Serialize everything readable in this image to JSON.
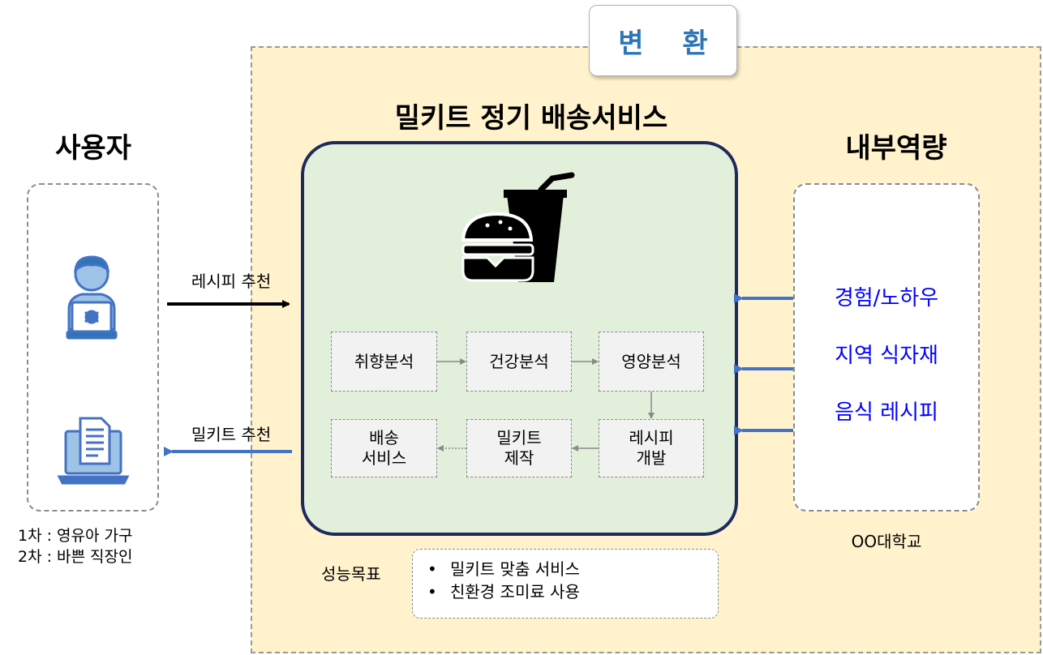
{
  "transform_label": "변 환",
  "service": {
    "title": "밀키트 정기 배송서비스",
    "icon": "fast-food-icon",
    "steps": [
      {
        "id": "taste",
        "label": "취향분석"
      },
      {
        "id": "health",
        "label": "건강분석"
      },
      {
        "id": "nutrition",
        "label": "영양분석"
      },
      {
        "id": "recipe",
        "label": "레시피\n개발"
      },
      {
        "id": "make",
        "label": "밀키트\n제작"
      },
      {
        "id": "delivery",
        "label": "배송\n서비스"
      }
    ]
  },
  "user": {
    "title": "사용자",
    "icons": [
      "user-laptop-icon",
      "document-laptop-icon"
    ],
    "targets": [
      "1차 : 영유아 가구",
      "2차 : 바쁜 직장인"
    ]
  },
  "flows": {
    "recipe_recommend": "레시피 추천",
    "mealkit_recommend": "밀키트 추천"
  },
  "internal": {
    "title": "내부역량",
    "resources": [
      "경험/노하우",
      "지역 식자재",
      "음식 레시피"
    ],
    "owner": "OO대학교"
  },
  "goals": {
    "label": "성능목표",
    "items": [
      "밀키트 맞춤 서비스",
      "친환경 조미료 사용"
    ]
  },
  "colors": {
    "region_fill": "#fff2cc",
    "service_fill": "#e2efda",
    "service_border": "#1f2a5c",
    "accent_blue": "#4472c4",
    "resource_text": "#0000ff",
    "tag_text": "#2e75b6"
  }
}
